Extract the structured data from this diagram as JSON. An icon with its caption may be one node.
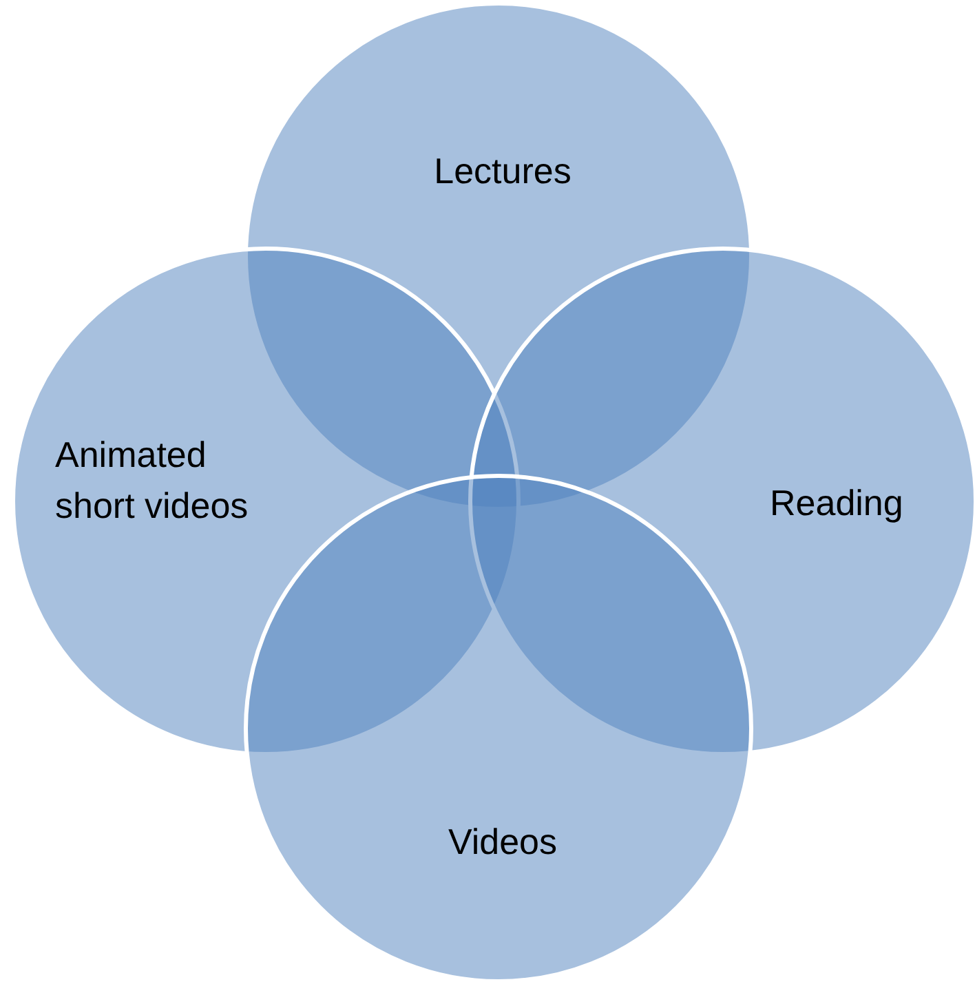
{
  "diagram": {
    "nodes": [
      {
        "text": [
          "Lectures"
        ]
      },
      {
        "text": [
          "Animated short videos"
        ]
      },
      {
        "text": [
          "Reading"
        ]
      },
      {
        "text": [
          "Videos"
        ]
      }
    ]
  }
}
